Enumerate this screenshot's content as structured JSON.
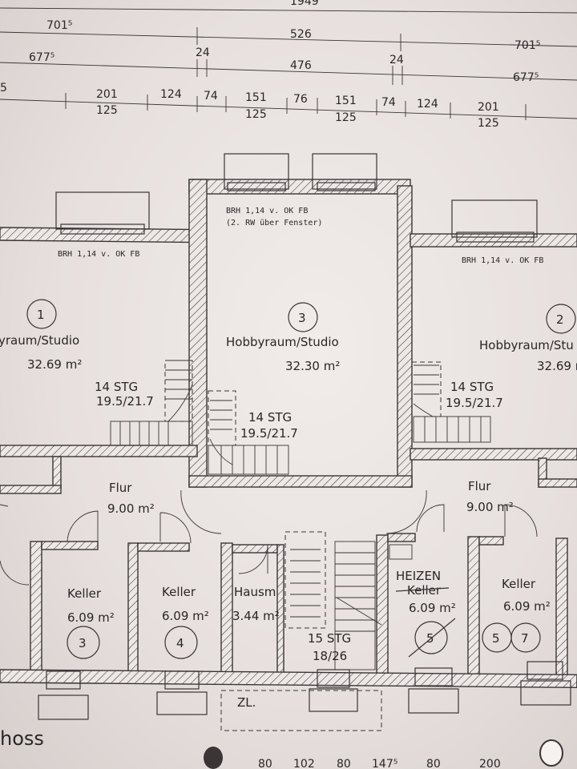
{
  "dimensions": {
    "row0": [
      "1949"
    ],
    "row1": [
      "701⁵",
      "526",
      "701⁵"
    ],
    "row2": [
      "677⁵",
      "24",
      "476",
      "24",
      "677⁵"
    ],
    "row3": [
      "5",
      "201",
      "124",
      "74",
      "151",
      "76",
      "151",
      "74",
      "124",
      "201"
    ],
    "row3b": [
      "125",
      "125",
      "125",
      "125"
    ],
    "bottom": [
      "80",
      "102",
      "80",
      "147⁵",
      "80",
      "200"
    ]
  },
  "notes": {
    "brh_left": "BRH 1,14 v. OK FB",
    "brh_center": "BRH 1,14 v. OK FB",
    "rw_center": "(2. RW über Fenster)",
    "brh_right": "BRH 1,14 v. OK FB"
  },
  "rooms": {
    "r1": {
      "num": "1",
      "name": "yraum/Studio",
      "area": "32.69 m²"
    },
    "r3": {
      "num": "3",
      "name": "Hobbyraum/Studio",
      "area": "32.30 m²"
    },
    "r2": {
      "num": "2",
      "name": "Hobbyraum/Stu",
      "area": "32.69 m"
    },
    "flur_l": {
      "name": "Flur",
      "area": "9.00 m²"
    },
    "flur_r": {
      "name": "Flur",
      "area": "9.00 m²"
    },
    "keller3": {
      "name": "Keller",
      "area": "6.09 m²",
      "num": "3"
    },
    "keller4": {
      "name": "Keller",
      "area": "6.09 m²",
      "num": "4"
    },
    "hausm": {
      "name": "Hausm",
      "area": "3.44 m²"
    },
    "heizen": {
      "name": "HEIZEN",
      "struck": "Keller",
      "area": "6.09 m²",
      "num": "5"
    },
    "keller57": {
      "name": "Keller",
      "area": "6.09 m²",
      "num_a": "5",
      "num_b": "7"
    }
  },
  "stairs": {
    "left": {
      "steps": "14 STG",
      "ratio": "19.5/21.7"
    },
    "center": {
      "steps": "14 STG",
      "ratio": "19.5/21.7"
    },
    "right": {
      "steps": "14 STG",
      "ratio": "19.5/21.7"
    },
    "main": {
      "steps": "15 STG",
      "ratio": "18/26"
    }
  },
  "misc": {
    "zl": "ZL.",
    "footer": "hoss"
  }
}
